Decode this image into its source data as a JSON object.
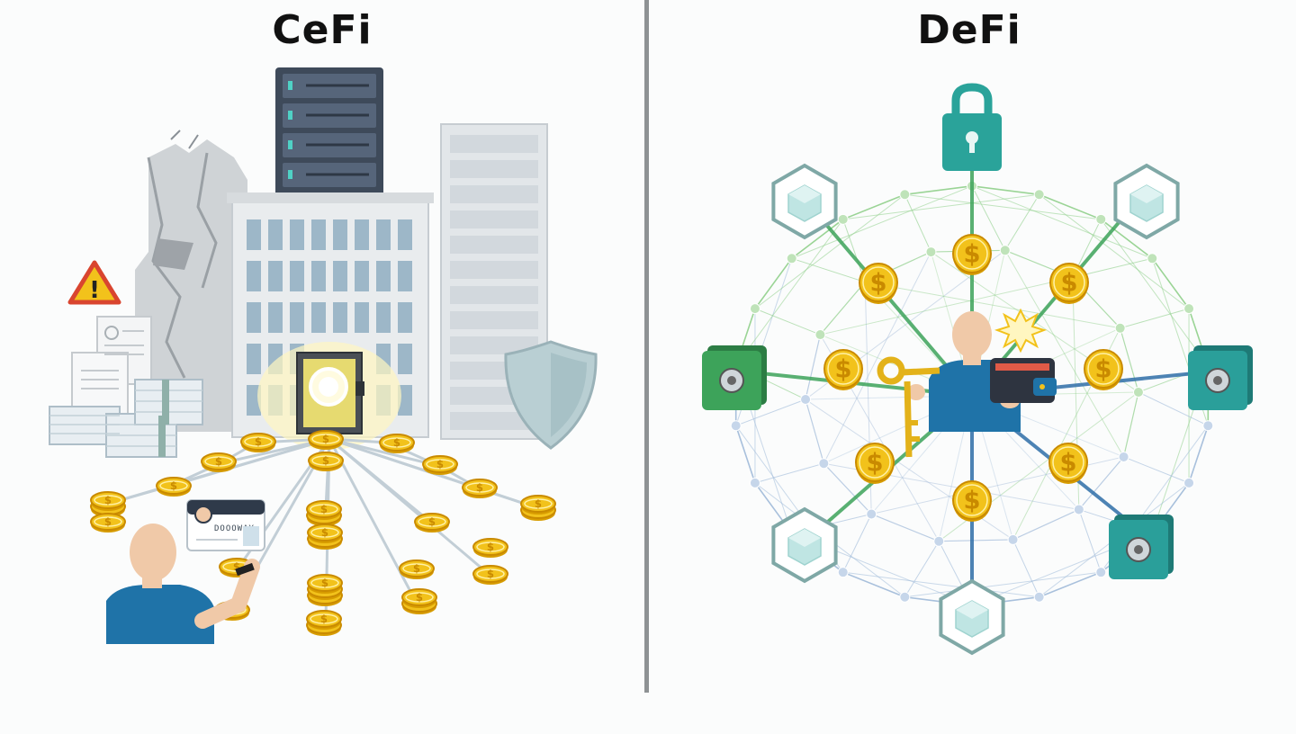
{
  "left": {
    "title": "CeFi",
    "id_card_text": "DOOOWAY"
  },
  "right": {
    "title": "DeFi"
  },
  "icons": {
    "coin_symbol": "$",
    "warning_symbol": "!",
    "colors": {
      "coin": "#f2c21b",
      "server": "#3e4a5a",
      "server_led": "#4fd1c5",
      "building_window": "#9db7c8",
      "shirt": "#1f73a8",
      "lock": "#2aa39a",
      "safe_green": "#3da35a",
      "safe_teal": "#2a9f9a",
      "network_green": "#8fcf8a",
      "network_blue": "#9fb9d8",
      "divider": "#8e9294"
    }
  }
}
